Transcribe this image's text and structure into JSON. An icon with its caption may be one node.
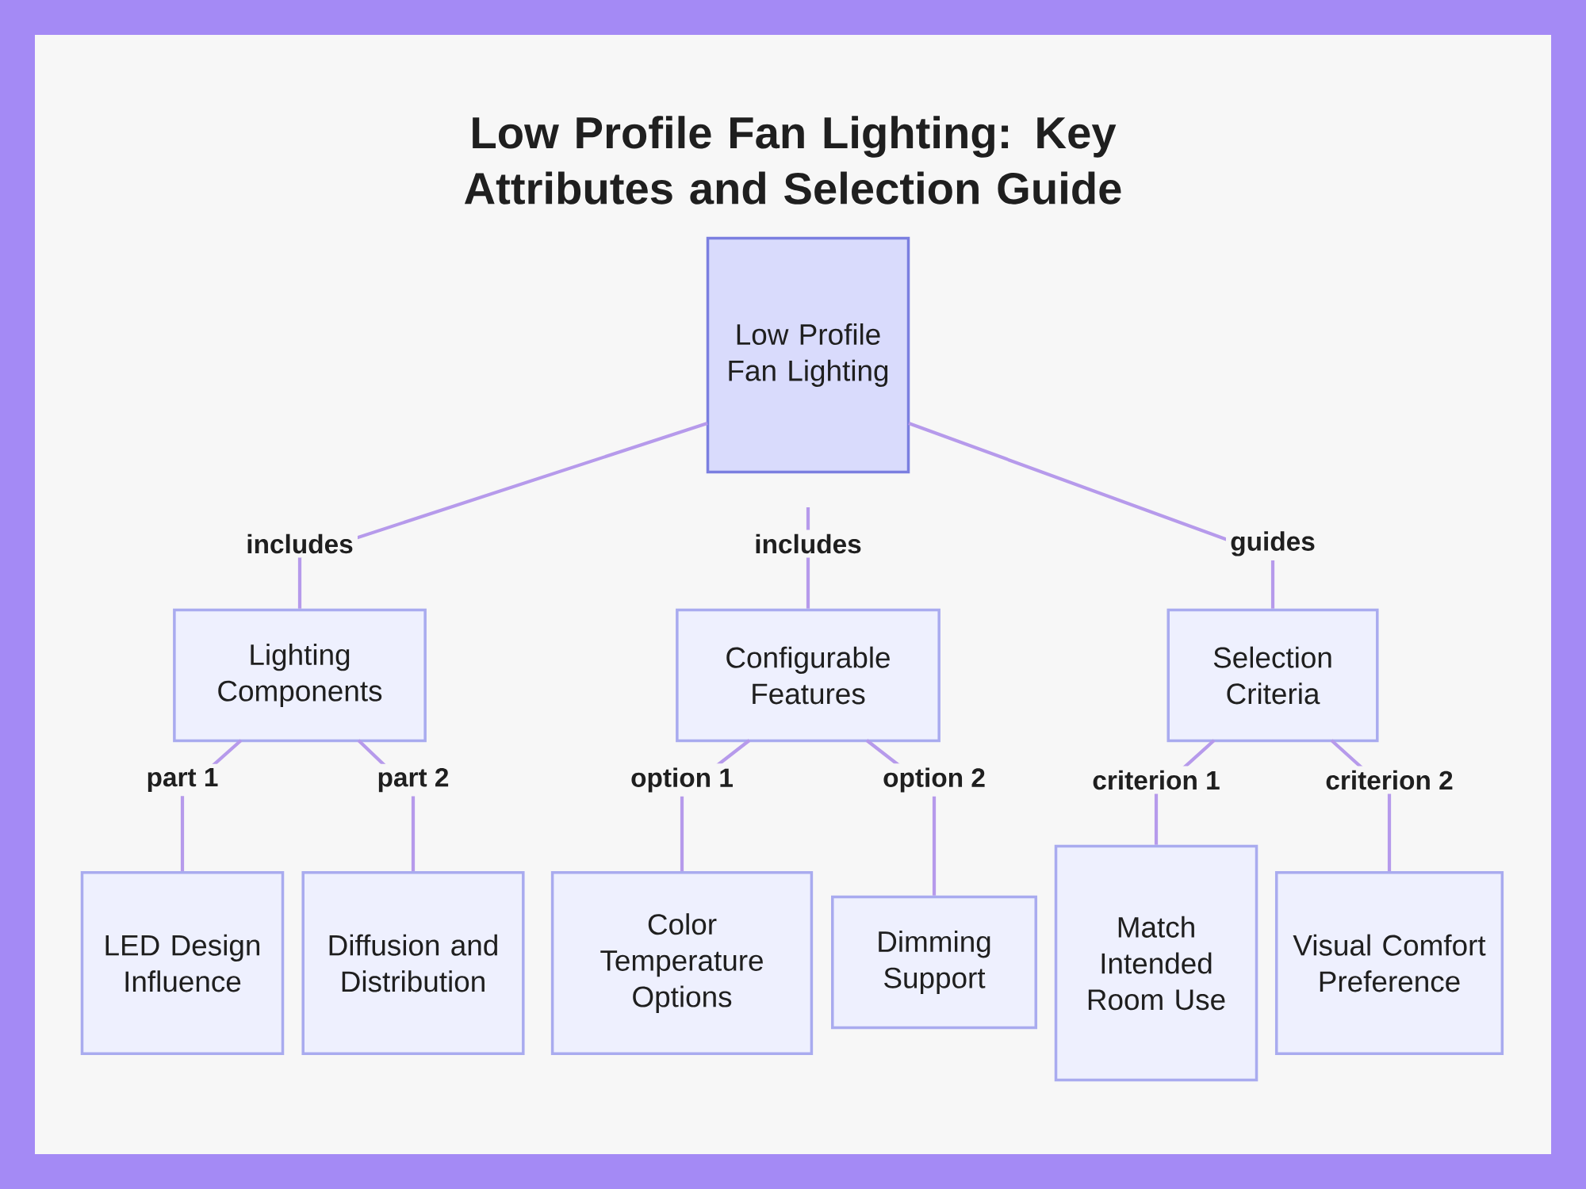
{
  "diagram": {
    "title": "Low Profile Fan Lighting: Key Attributes and Selection Guide",
    "nodes": [
      {
        "text": [
          "Low Profile Fan Lighting"
        ]
      },
      {
        "text": [
          "Lighting Components"
        ]
      },
      {
        "text": [
          "Configurable Features"
        ]
      },
      {
        "text": [
          "Selection Criteria"
        ]
      },
      {
        "text": [
          "LED Design Influence"
        ]
      },
      {
        "text": [
          "Diffusion and Distribution"
        ]
      },
      {
        "text": [
          "Color Temperature Options"
        ]
      },
      {
        "text": [
          "Dimming Support"
        ]
      },
      {
        "text": [
          "Match Intended Room Use"
        ]
      },
      {
        "text": [
          "Visual Comfort Preference"
        ]
      }
    ],
    "edges": [
      {
        "from": 0,
        "to": 1,
        "arrow": "none",
        "label": "includes"
      },
      {
        "from": 0,
        "to": 2,
        "arrow": "none",
        "label": "includes"
      },
      {
        "from": 0,
        "to": 3,
        "arrow": "none",
        "label": "guides"
      },
      {
        "from": 1,
        "to": 4,
        "arrow": "none",
        "label": "part 1"
      },
      {
        "from": 1,
        "to": 5,
        "arrow": "none",
        "label": "part 2"
      },
      {
        "from": 2,
        "to": 6,
        "arrow": "none",
        "label": "option 1"
      },
      {
        "from": 2,
        "to": 7,
        "arrow": "none",
        "label": "option 2"
      },
      {
        "from": 3,
        "to": 8,
        "arrow": "none",
        "label": "criterion 1"
      },
      {
        "from": 3,
        "to": 9,
        "arrow": "none",
        "label": "criterion 2"
      }
    ]
  }
}
